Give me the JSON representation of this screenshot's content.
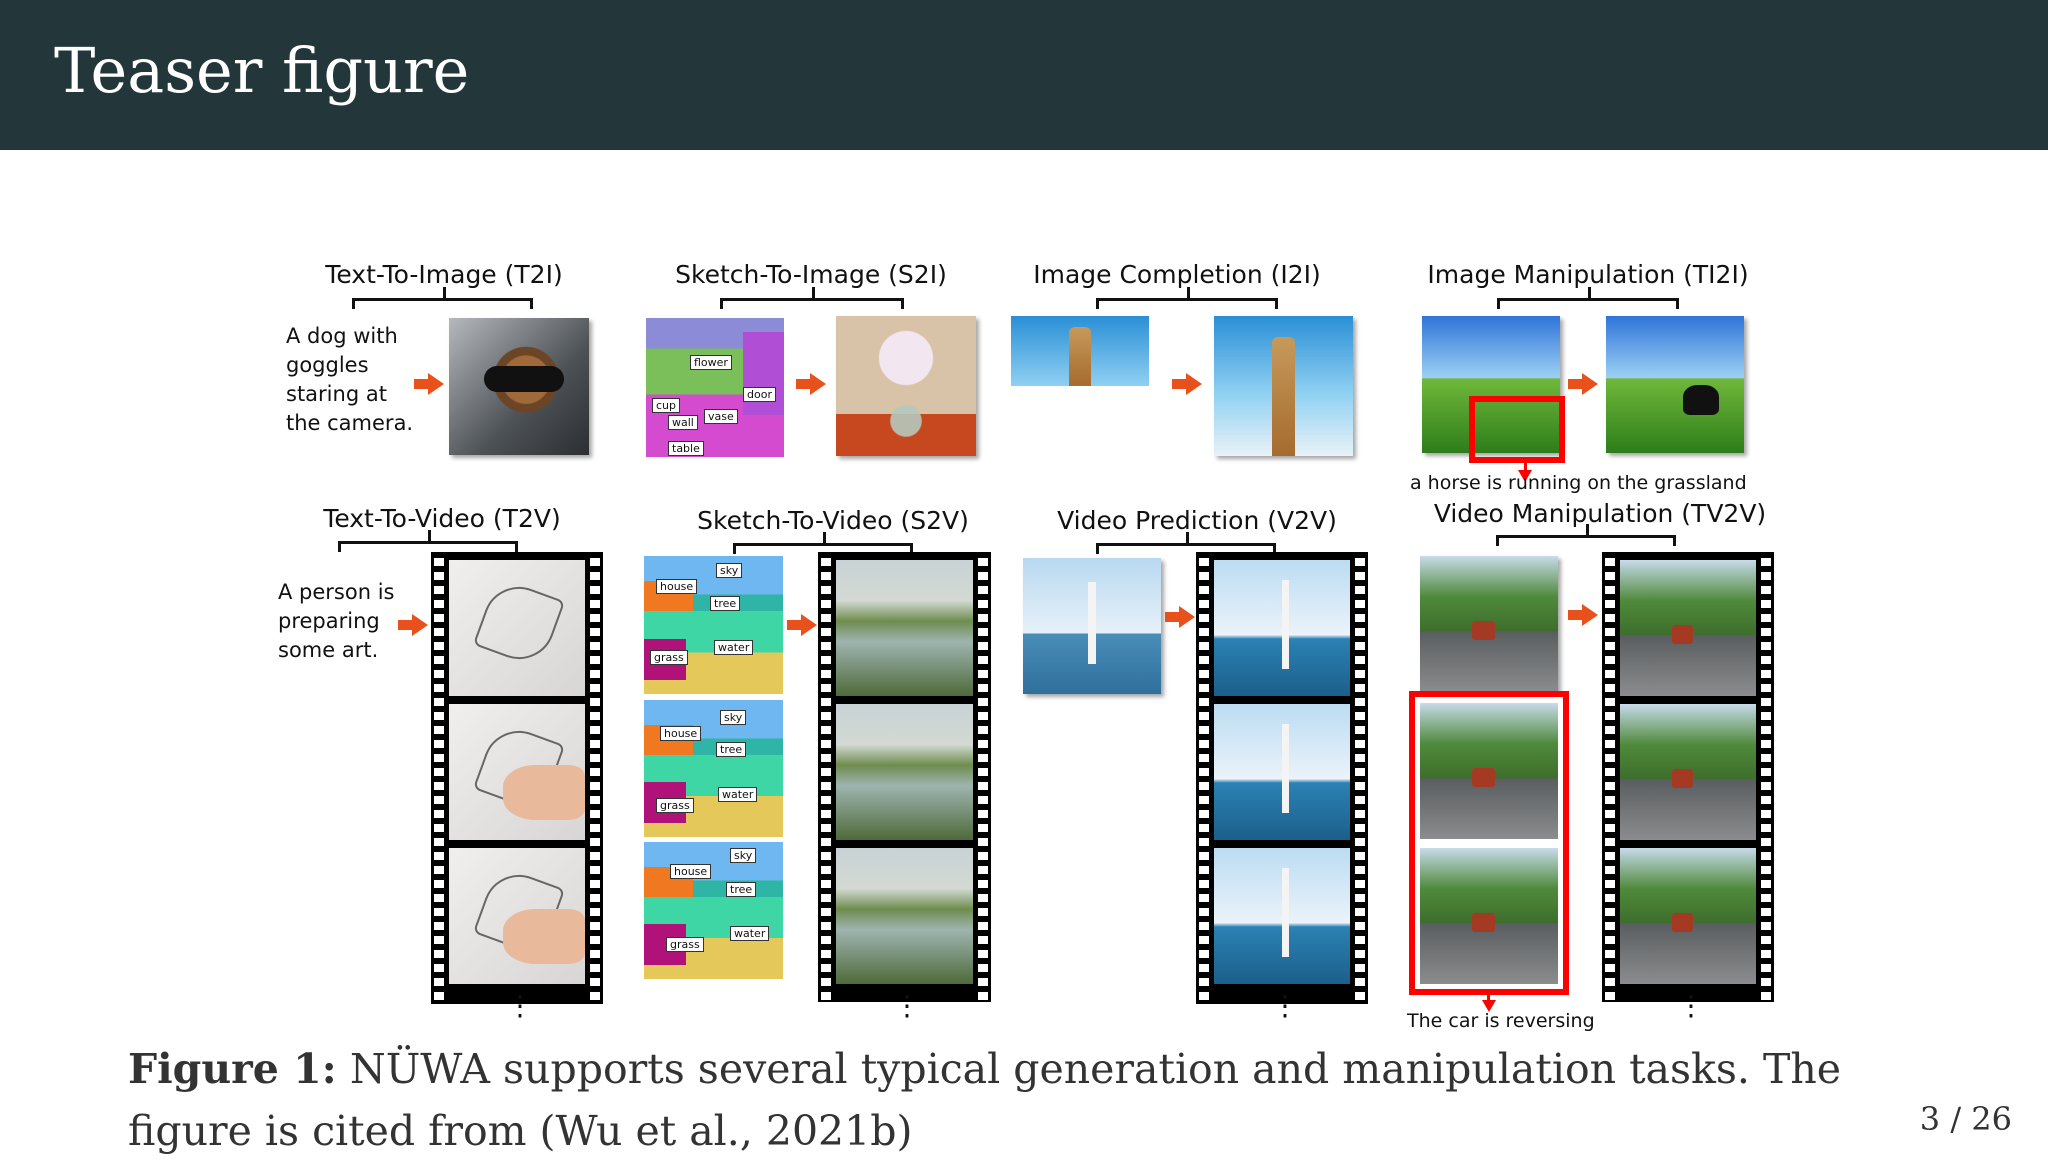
{
  "slide": {
    "title": "Teaser figure",
    "page_number": "3 / 26"
  },
  "tasks": {
    "t2i": "Text-To-Image (T2I)",
    "s2i": "Sketch-To-Image (S2I)",
    "i2i": "Image Completion (I2I)",
    "ti2i": "Image Manipulation (TI2I)",
    "t2v": "Text-To-Video (T2V)",
    "s2v": "Sketch-To-Video (S2V)",
    "v2v": "Video Prediction (V2V)",
    "tv2v": "Video Manipulation (TV2V)"
  },
  "prompts": {
    "t2i": "A dog with\ngoggles\nstaring at\nthe camera.",
    "t2v": "A person is\npreparing\nsome art.",
    "ti2i": "a horse is running on the grassland",
    "tv2v": "The car is reversing"
  },
  "sketch_tags": {
    "s2i": [
      "flower",
      "door",
      "cup",
      "wall",
      "vase",
      "table"
    ],
    "s2v": [
      "sky",
      "house",
      "tree",
      "water",
      "grass"
    ]
  },
  "continuation": "⋮",
  "caption": {
    "label": "Figure 1:",
    "text": "NÜWA supports several typical generation and manipulation tasks. The figure is cited from (Wu et al., 2021b)"
  },
  "colors": {
    "header_bg": "#23373b",
    "arrow": "#e8501c",
    "highlight": "#ff0000"
  }
}
